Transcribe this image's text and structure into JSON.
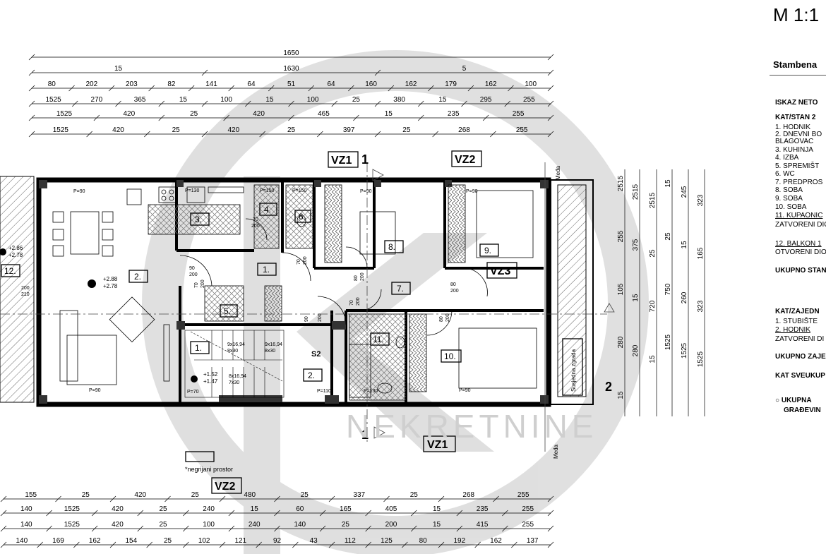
{
  "header": {
    "scale": "M 1:1",
    "subtitle": "Stambena"
  },
  "table": {
    "heading": "ISKAZ NETO",
    "unit_title": "KAT/STAN 2",
    "rows": [
      "1.   HODNIK",
      "2.   DNEVNI BO",
      "      BLAGOVAC",
      "3.   KUHINJA",
      "4.   IZBA",
      "5.   SPREMIŠT",
      "6.   WC",
      "7.   PREDPROS",
      "8.   SOBA",
      "9.   SOBA",
      "10.  SOBA",
      "11.  KUPAONIC",
      "ZATVORENI DIO",
      "12.  BALKON 1",
      "OTVORENI DIO",
      "UKUPNO STAN"
    ],
    "shared_title": "KAT/ZAJEDN",
    "shared_rows": [
      "1.   STUBIŠTE",
      "2.   HODNIK",
      "ZATVORENI DI",
      "UKUPNO ZAJE",
      "KAT SVEUKUP"
    ],
    "total_a": "○  UKUPNA",
    "total_b": "GRAĐEVIN"
  },
  "dims_top": {
    "r1": [
      "1650"
    ],
    "r2": [
      "15",
      "1630",
      "5"
    ],
    "r3": [
      "80",
      "202",
      "203",
      "82",
      "141",
      "64",
      "51",
      "64",
      "160",
      "162",
      "179",
      "162",
      "100"
    ],
    "r4": [
      "1525",
      "270",
      "365",
      "15",
      "100",
      "15",
      "100",
      "25",
      "380",
      "15",
      "295",
      "255"
    ],
    "r5": [
      "1525",
      "420",
      "25",
      "420",
      "465",
      "15",
      "235",
      "255"
    ],
    "r6": [
      "1525",
      "420",
      "25",
      "420",
      "25",
      "397",
      "25",
      "268",
      "255"
    ]
  },
  "dims_bottom": {
    "r1": [
      "155",
      "25",
      "420",
      "25",
      "480",
      "25",
      "337",
      "25",
      "268",
      "255"
    ],
    "r2": [
      "140",
      "1525",
      "420",
      "25",
      "240",
      "15",
      "60",
      "165",
      "405",
      "15",
      "235",
      "255"
    ],
    "r3": [
      "140",
      "1525",
      "420",
      "25",
      "100",
      "240",
      "140",
      "25",
      "200",
      "15",
      "415",
      "255"
    ],
    "r4": [
      "140",
      "169",
      "162",
      "154",
      "25",
      "102",
      "121",
      "92",
      "43",
      "112",
      "125",
      "80",
      "192",
      "162",
      "137"
    ]
  },
  "dims_right": [
    "2515",
    "2515",
    "2515",
    "15",
    "245",
    "323",
    "255",
    "375",
    "25",
    "25",
    "15",
    "165",
    "105",
    "15",
    "720",
    "750",
    "260",
    "323",
    "280",
    "280",
    "15",
    "1525",
    "1525",
    "1525",
    "15"
  ],
  "rooms": [
    "1.",
    "2.",
    "3.",
    "4.",
    "5.",
    "6.",
    "7.",
    "8.",
    "9.",
    "10.",
    "11.",
    "12.",
    "1.",
    "2."
  ],
  "labels": {
    "vz1": "VZ1",
    "vz2": "VZ2",
    "vz3": "VZ3",
    "sec1": "1",
    "sec2": "2",
    "s2": "S2",
    "meda": "Međa",
    "susjedna": "Susjedna zgrada",
    "negrijani": "*negrijani prostor",
    "watermark": "NEKRETNINE",
    "lev1": "+2.86",
    "lev2": "+2.78",
    "lev3": "+2.88",
    "lev4": "+2.78",
    "lev5": "+1.52",
    "lev6": "+1.47",
    "p90a": "P=90",
    "p90b": "P=90",
    "p90c": "P=90",
    "p90d": "P=90",
    "p90e": "P=90",
    "p130": "P=130",
    "p150a": "P=150",
    "p150b": "P=150",
    "p70": "P=70",
    "p110": "P=110",
    "p130b": "P=130",
    "st1": "9x16,94",
    "st2": "8x30",
    "st3": "9x16,94",
    "st4": "8x30",
    "st5": "8x16,94",
    "st6": "7x30",
    "d200_210a": "200",
    "d200_210b": "210",
    "door1a": "90",
    "door1b": "200",
    "door2a": "70",
    "door2b": "200",
    "door3a": "80",
    "door3b": "200",
    "door4a": "80",
    "door4b": "200",
    "door5a": "90",
    "door5b": "200",
    "door6a": "70",
    "door6b": "200",
    "door7a": "80",
    "door7b": "200",
    "door8a": "70",
    "door8b": "200",
    "door9a": "70",
    "door9b": "200"
  }
}
